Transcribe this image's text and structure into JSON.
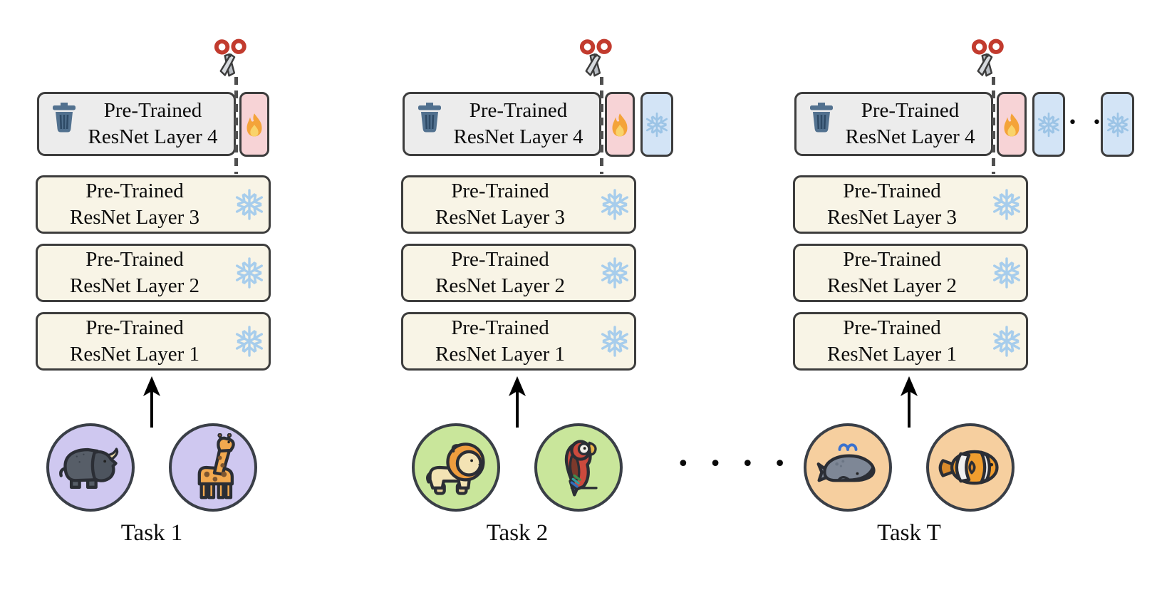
{
  "figure": {
    "description_hidden": false,
    "columns": [
      {
        "task_label": "Task 1",
        "circle_color": "#cfc8f0",
        "animals": [
          "rhinoceros",
          "giraffe"
        ],
        "rows": [
          {
            "line1": "Pre-Trained",
            "line2": "ResNet Layer 4"
          },
          {
            "line1": "Pre-Trained",
            "line2": "ResNet Layer 3"
          },
          {
            "line1": "Pre-Trained",
            "line2": "ResNet Layer 2"
          },
          {
            "line1": "Pre-Trained",
            "line2": "ResNet Layer 1"
          }
        ],
        "trainable_adapters": 1,
        "frozen_adapters": 0
      },
      {
        "task_label": "Task 2",
        "circle_color": "#c9e69b",
        "animals": [
          "lion",
          "parrot"
        ],
        "rows": [
          {
            "line1": "Pre-Trained",
            "line2": "ResNet Layer 4"
          },
          {
            "line1": "Pre-Trained",
            "line2": "ResNet Layer 3"
          },
          {
            "line1": "Pre-Trained",
            "line2": "ResNet Layer 2"
          },
          {
            "line1": "Pre-Trained",
            "line2": "ResNet Layer 1"
          }
        ],
        "trainable_adapters": 1,
        "frozen_adapters": 1
      },
      {
        "task_label": "Task T",
        "circle_color": "#f6cf9f",
        "animals": [
          "whale",
          "clownfish"
        ],
        "rows": [
          {
            "line1": "Pre-Trained",
            "line2": "ResNet Layer 4"
          },
          {
            "line1": "Pre-Trained",
            "line2": "ResNet Layer 3"
          },
          {
            "line1": "Pre-Trained",
            "line2": "ResNet Layer 2"
          },
          {
            "line1": "Pre-Trained",
            "line2": "ResNet Layer 1"
          }
        ],
        "trainable_adapters": 1,
        "frozen_adapters": 2
      }
    ],
    "separators": {
      "between_tasks": "• • • •",
      "between_adapters": "• •"
    },
    "icons": {
      "trash": "trash-icon",
      "scissors": "scissors-icon",
      "fire": "fire-icon",
      "snowflake": "snowflake-icon",
      "arrow_up": "up-arrow"
    },
    "colors": {
      "discarded_layer_fill": "#ececec",
      "frozen_layer_fill": "#f8f4e6",
      "trainable_adapter_fill": "#f7d3d6",
      "frozen_adapter_fill": "#d3e4f6",
      "box_border": "#3d3d3d",
      "snowflake_blue": "#a7cdec",
      "trash_blue": "#52718f",
      "scissors_red": "#c23b2e",
      "fire_orange": "#f4a339",
      "cut_line_gray": "#4f4f4f"
    }
  }
}
